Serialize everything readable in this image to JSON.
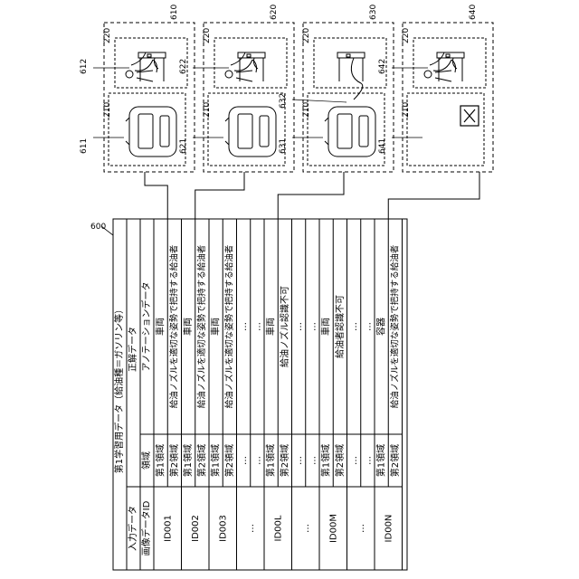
{
  "table": {
    "ref": "600",
    "title": "第1学習用データ（給油種＝ガソリン等）",
    "input_header": "入力データ",
    "answer_header": "正解データ",
    "image_id_header": "画像データID",
    "region_header": "領域",
    "annotation_header": "アノテーションデータ",
    "rows": [
      {
        "id": "ID001",
        "regions": [
          "第1領域",
          "第2領域"
        ],
        "annotations": [
          "車両",
          "給油ノズルを適切な姿勢で把持する給油者"
        ]
      },
      {
        "id": "ID002",
        "regions": [
          "第1領域",
          "第2領域"
        ],
        "annotations": [
          "車両",
          "給油ノズルを適切な姿勢で把持する給油者"
        ]
      },
      {
        "id": "ID003",
        "regions": [
          "第1領域",
          "第2領域"
        ],
        "annotations": [
          "車両",
          "給油ノズルを適切な姿勢で把持する給油者"
        ]
      },
      {
        "id": "…",
        "regions": [
          "…",
          "…"
        ],
        "annotations": [
          "…",
          "…"
        ]
      },
      {
        "id": "ID00L",
        "regions": [
          "第1領域",
          "第2領域"
        ],
        "annotations": [
          "車両",
          "給油ノズル認識不可"
        ]
      },
      {
        "id": "…",
        "regions": [
          "…",
          "…"
        ],
        "annotations": [
          "…",
          "…"
        ]
      },
      {
        "id": "ID00M",
        "regions": [
          "第1領域",
          "第2領域"
        ],
        "annotations": [
          "車両",
          "給油者認識不可"
        ]
      },
      {
        "id": "…",
        "regions": [
          "…",
          "…"
        ],
        "annotations": [
          "…",
          "…"
        ]
      },
      {
        "id": "ID00N",
        "regions": [
          "第1領域",
          "第2領域"
        ],
        "annotations": [
          "容器",
          "給油ノズルを適切な姿勢で把持する給油者"
        ]
      }
    ]
  },
  "images": [
    {
      "ref": "610",
      "region2_ref": "220",
      "region1_ref": "210",
      "person_ref": "612",
      "object_ref": "611",
      "object": "vehicle",
      "extra_ref": ""
    },
    {
      "ref": "620",
      "region2_ref": "220",
      "region1_ref": "210",
      "person_ref": "622",
      "object_ref": "621",
      "object": "vehicle",
      "extra_ref": ""
    },
    {
      "ref": "630",
      "region2_ref": "220",
      "region1_ref": "210",
      "person_ref": "",
      "object_ref": "631",
      "object": "vehicle",
      "extra_ref": "632"
    },
    {
      "ref": "640",
      "region2_ref": "220",
      "region1_ref": "210",
      "person_ref": "642",
      "object_ref": "641",
      "object": "container",
      "extra_ref": ""
    }
  ]
}
